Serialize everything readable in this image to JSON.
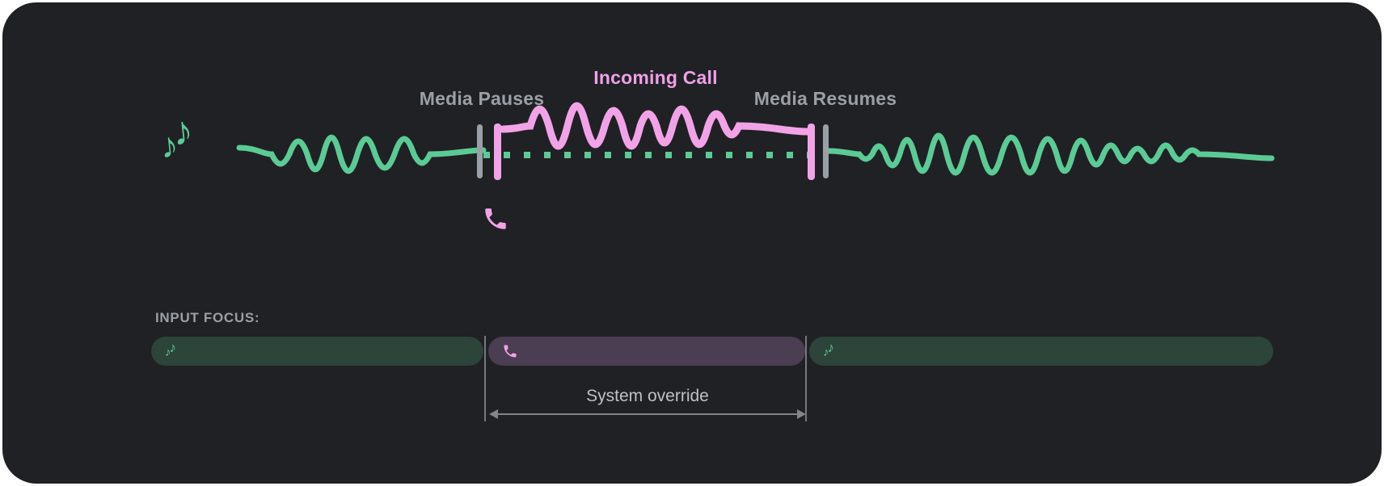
{
  "diagram": {
    "media_pauses_label": "Media Pauses",
    "incoming_call_label": "Incoming Call",
    "media_resumes_label": "Media Resumes",
    "music_note_glyph": "♪"
  },
  "input_focus": {
    "heading": "INPUT FOCUS:",
    "system_override_label": "System override",
    "segments": [
      "music-notes-icon",
      "phone-icon",
      "music-notes-icon"
    ]
  },
  "colors": {
    "card_background": "#202124",
    "media_green": "#5bcb96",
    "call_pink": "#f2a3e8",
    "incoming_call_text": "#f0a0e8",
    "label_gray": "#9aa0a6",
    "override_text": "#bdc1c6",
    "marker_gray": "#9aa0a6",
    "arrow_gray": "#80868b",
    "focus_media_fill": "#2c443a",
    "focus_call_fill": "#4b3d52"
  }
}
